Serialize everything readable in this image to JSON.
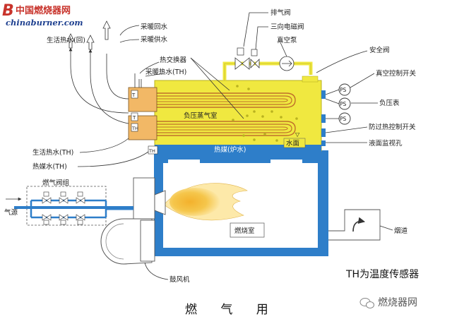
{
  "watermark": {
    "brand_letter": "B",
    "brand_cn": "中国燃烧器网",
    "site": "chinaburner.com"
  },
  "labels": {
    "domestic_hot_water_return": "生活热水(回)",
    "heating_return": "采暖回水",
    "heating_supply": "采暖供水",
    "exhaust_valve": "排气阀",
    "three_way_solenoid": "三向电磁阀",
    "vacuum_pump": "真空泵",
    "safety_valve": "安全阀",
    "heat_exchanger": "热交换器",
    "heating_hot_water_th": "采暖热水(TH)",
    "vacuum_control_switch": "真空控制开关",
    "negative_pressure_gauge": "负压表",
    "overheat_control_switch": "防过热控制开关",
    "sight_glass": "液面监视孔",
    "negative_pressure_steam_chamber": "负压蒸气室",
    "water_level": "水面",
    "heat_medium": "热媒(炉水)",
    "domestic_hot_water_th": "生活热水(TH)",
    "heat_medium_water_th": "热媒水(TH)",
    "gas_valve_group": "燃气阀组",
    "gas_source": "气源",
    "combustion_chamber": "燃烧室",
    "flue": "烟道",
    "blower": "鼓风机",
    "th_note": "TH为温度传感器",
    "caption": "燃 气 用",
    "ps": "PS",
    "t": "T",
    "th": "TH"
  },
  "corner_mark": {
    "text": "燃烧器网",
    "icon": "wechat-icon"
  },
  "colors": {
    "vessel_yellow": "#f0e840",
    "pipe_blue": "#2e7ec9",
    "flame_outer": "#fde9a9",
    "flame_inner": "#f3b12c",
    "coil_orange": "#f2b866"
  }
}
